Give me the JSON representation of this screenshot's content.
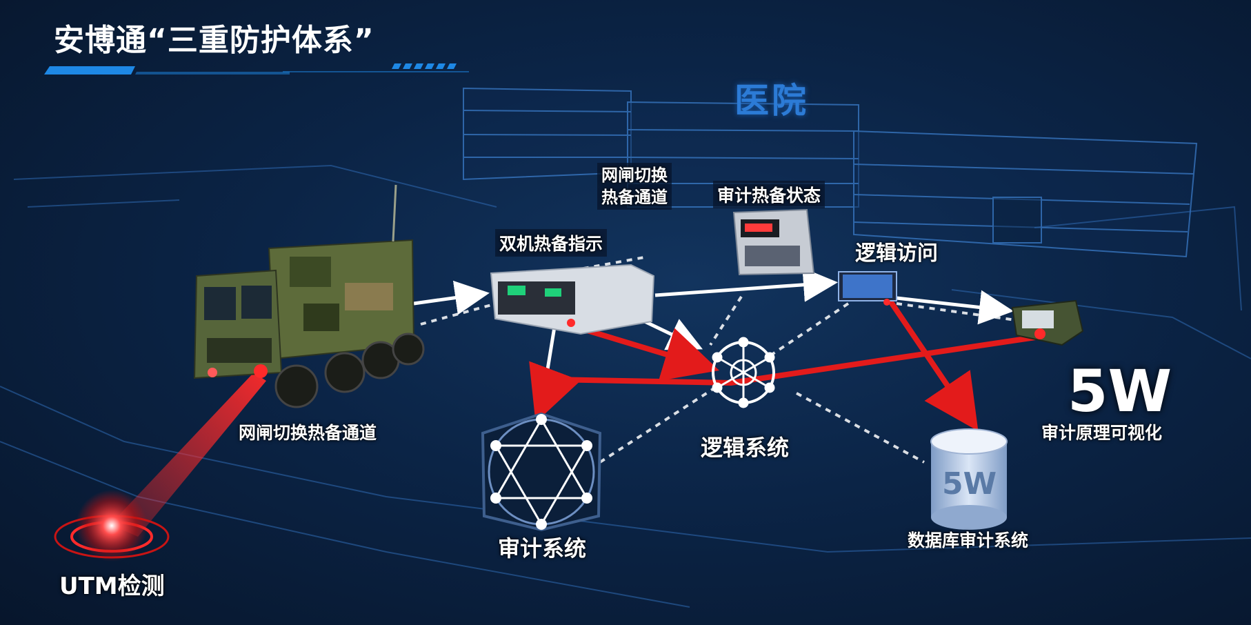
{
  "title": "安博通“三重防护体系”",
  "hospital_sign": "医院",
  "labels": {
    "gate_switch_top": [
      "网闸切换",
      "热备通道"
    ],
    "audit_hot_standby": "审计热备状态",
    "dual_hot_standby": "双机热备指示",
    "logic_access": "逻辑访问",
    "gate_switch_bottom": "网闸切换热备通道",
    "logic_system": "逻辑系统",
    "audit_system": "审计系统",
    "db_audit_system": "数据库审计系统",
    "five_w": "5W",
    "five_w_caption": "审计原理可视化",
    "db_badge": "5W",
    "utm_detect": "UTM检测"
  },
  "colors": {
    "background": "#0b2446",
    "accent_blue": "#1e88e5",
    "alert_red": "#e31b1b",
    "label_text": "#ffffff"
  }
}
